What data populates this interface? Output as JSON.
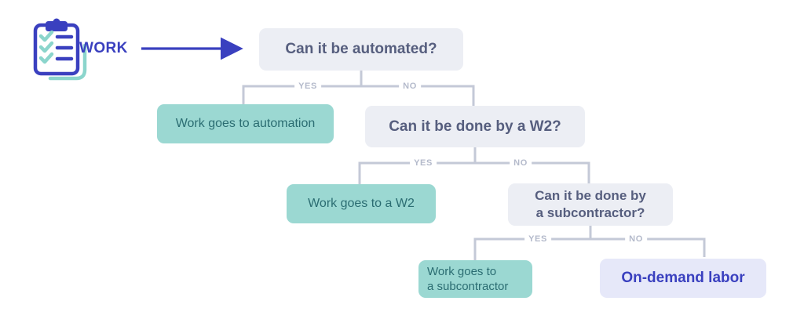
{
  "flowchart": {
    "source": {
      "label": "WORK",
      "icon": "clipboard-checklist-icon"
    },
    "questions": {
      "q1": {
        "label": "Can it be automated?"
      },
      "q2": {
        "label": "Can it be done by a W2?"
      },
      "q3": {
        "label": "Can it be done by\na subcontractor?"
      }
    },
    "outcomes": {
      "automation": {
        "label": "Work goes to automation"
      },
      "w2": {
        "label": "Work goes to a W2"
      },
      "subcontractor": {
        "label": "Work goes to\na subcontractor"
      },
      "on_demand": {
        "label": "On-demand labor"
      }
    },
    "branch_labels": {
      "yes": "YES",
      "no": "NO"
    },
    "edges": [
      {
        "from": "q1",
        "answer": "YES",
        "to": "Work goes to automation"
      },
      {
        "from": "q1",
        "answer": "NO",
        "to": "Can it be done by a W2?"
      },
      {
        "from": "q2",
        "answer": "YES",
        "to": "Work goes to a W2"
      },
      {
        "from": "q2",
        "answer": "NO",
        "to": "Can it be done by a subcontractor?"
      },
      {
        "from": "q3",
        "answer": "YES",
        "to": "Work goes to a subcontractor"
      },
      {
        "from": "q3",
        "answer": "NO",
        "to": "On-demand labor"
      }
    ]
  },
  "colors": {
    "indigo": "#3A40BF",
    "question_bg": "#ECEEF4",
    "question_text": "#565E7E",
    "teal_bg": "#9BD8D2",
    "teal_text": "#2B6D72",
    "teal_icon": "#8BD5CC",
    "ondemand_bg": "#E6E8F9",
    "connector": "#C4C9D7",
    "branch_label": "#B4BACB"
  }
}
